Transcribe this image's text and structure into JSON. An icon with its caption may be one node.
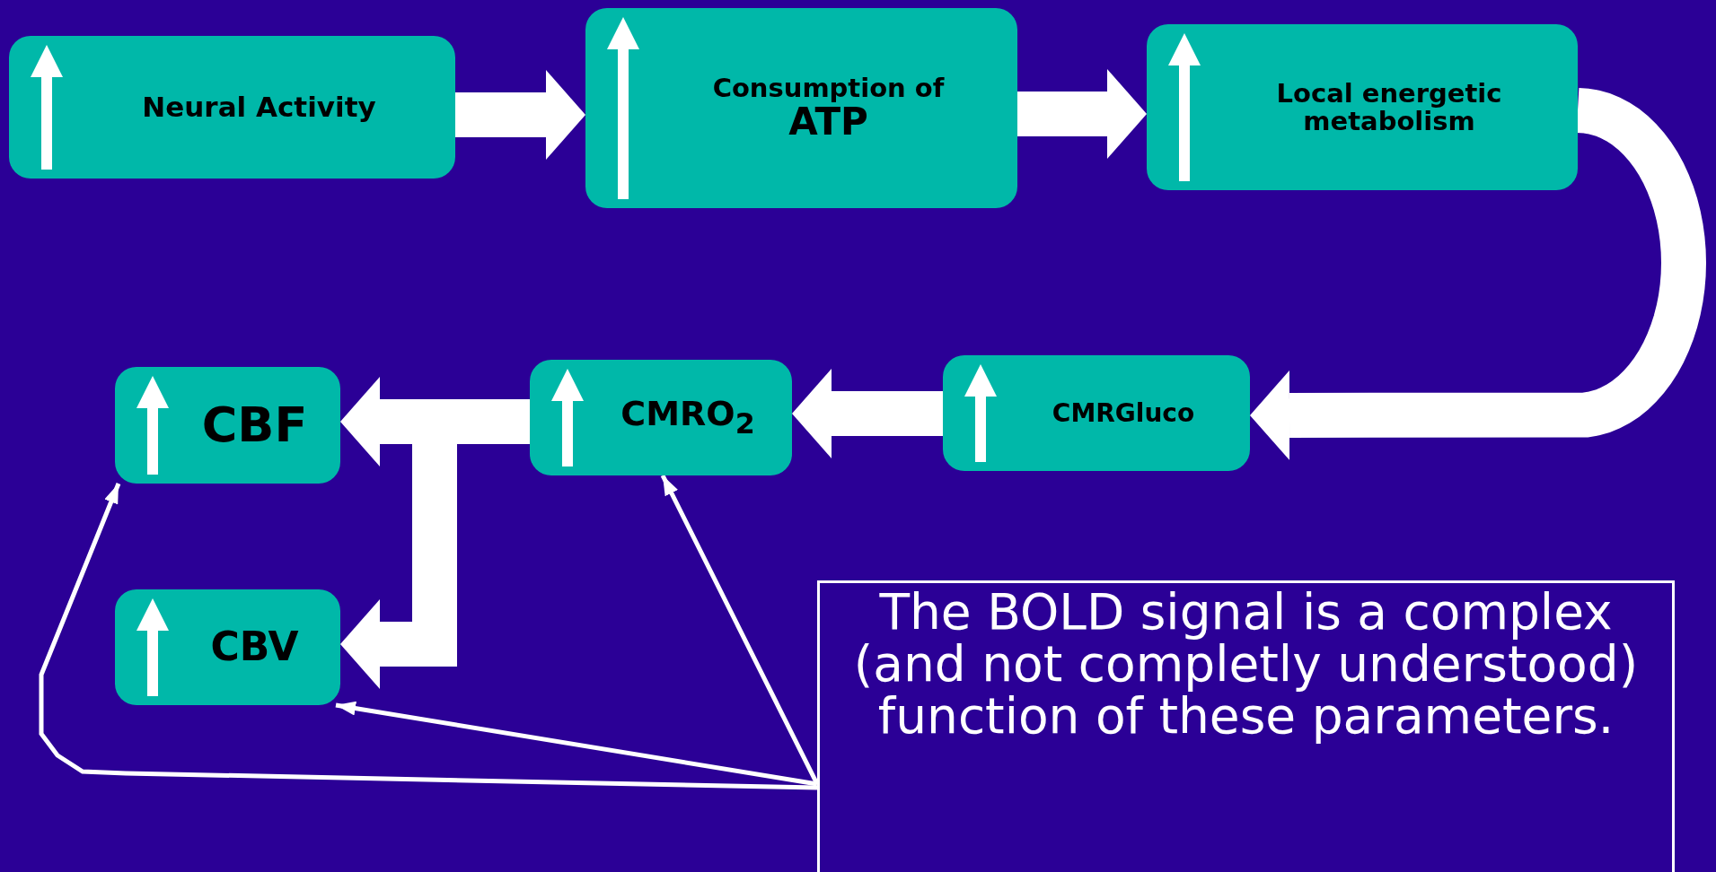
{
  "diagram": {
    "nodes": [
      {
        "text": [
          "Neural Activity"
        ]
      },
      {
        "text": [
          "Consumption of",
          "ATP"
        ]
      },
      {
        "text": [
          "Local energetic metabolism"
        ]
      },
      {
        "text": [
          "CMRGluco"
        ]
      },
      {
        "text": [
          "CMRO$_{2}$"
        ]
      },
      {
        "text": [
          "CBF"
        ]
      },
      {
        "text": [
          "CBV"
        ]
      },
      {
        "text": [
          "The BOLD signal is a complex (and not completly understood) function of these parameters."
        ]
      }
    ],
    "edges": [
      {
        "from": 0,
        "to": 1,
        "arrow": "to"
      },
      {
        "from": 1,
        "to": 2,
        "arrow": "to"
      },
      {
        "from": 2,
        "to": 3,
        "arrow": "to"
      },
      {
        "from": 3,
        "to": 4,
        "arrow": "to"
      },
      {
        "from": 4,
        "to": 5,
        "arrow": "to"
      },
      {
        "from": 4,
        "to": 6,
        "arrow": "to"
      },
      {
        "from": 7,
        "to": 5,
        "arrow": "to"
      },
      {
        "from": 7,
        "to": 4,
        "arrow": "to"
      },
      {
        "from": 7,
        "to": 6,
        "arrow": "to"
      }
    ]
  }
}
